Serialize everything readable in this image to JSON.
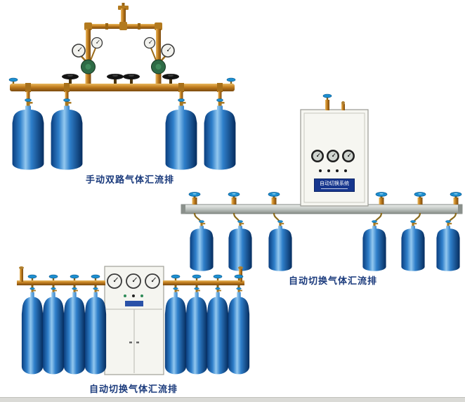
{
  "page": {
    "background": "#ffffff"
  },
  "colors": {
    "caption_text": "#1a3a7c",
    "cylinder_blue": "#2f7fca",
    "cylinder_highlight": "#93c8ef",
    "brass_pipe": "#c07c1e",
    "aluminum_bar": "#c0c6c2",
    "cabinet_white": "#f5f5f0",
    "nameplate_blue": "#16368e",
    "valve_handle_blue": "#1d8fd0"
  },
  "sections": [
    {
      "id": "manual-dual-manifold",
      "caption": "手动双路气体汇流排"
    },
    {
      "id": "auto-switch-manifold-wall",
      "caption": "自动切换气体汇流排",
      "cabinet_label": "自动切换系统"
    },
    {
      "id": "auto-switch-manifold-floor",
      "caption": "自动切换气体汇流排"
    }
  ]
}
